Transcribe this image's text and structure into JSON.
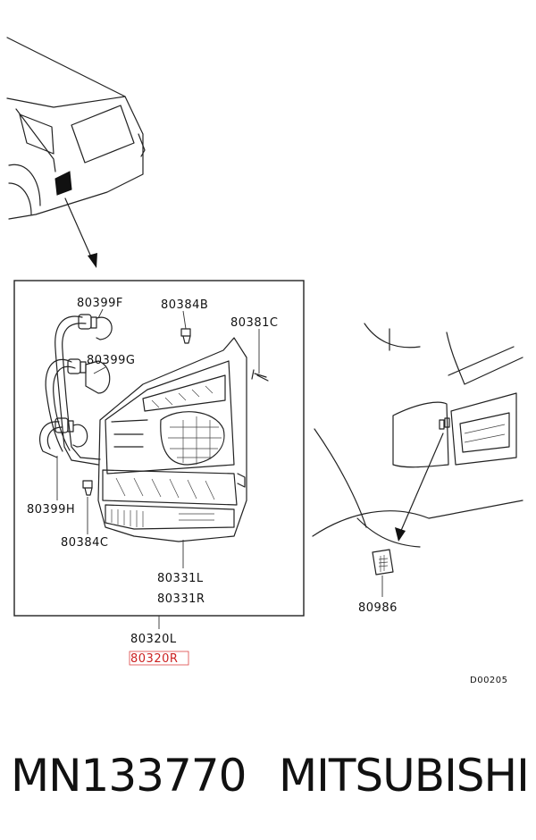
{
  "diagram": {
    "labels": {
      "p80399F": "80399F",
      "p80384B": "80384B",
      "p80381C": "80381C",
      "p80399G": "80399G",
      "p80399H": "80399H",
      "p80384C": "80384C",
      "p80331L": "80331L",
      "p80331R": "80331R",
      "p80320L": "80320L",
      "p80320R": "80320R",
      "p80986": "80986",
      "drawing_code": "D00205"
    },
    "colors": {
      "line": "#222222",
      "highlight": "#cc2222"
    }
  },
  "footer": {
    "part_number": "MN133770",
    "brand": "MITSUBISHI"
  }
}
